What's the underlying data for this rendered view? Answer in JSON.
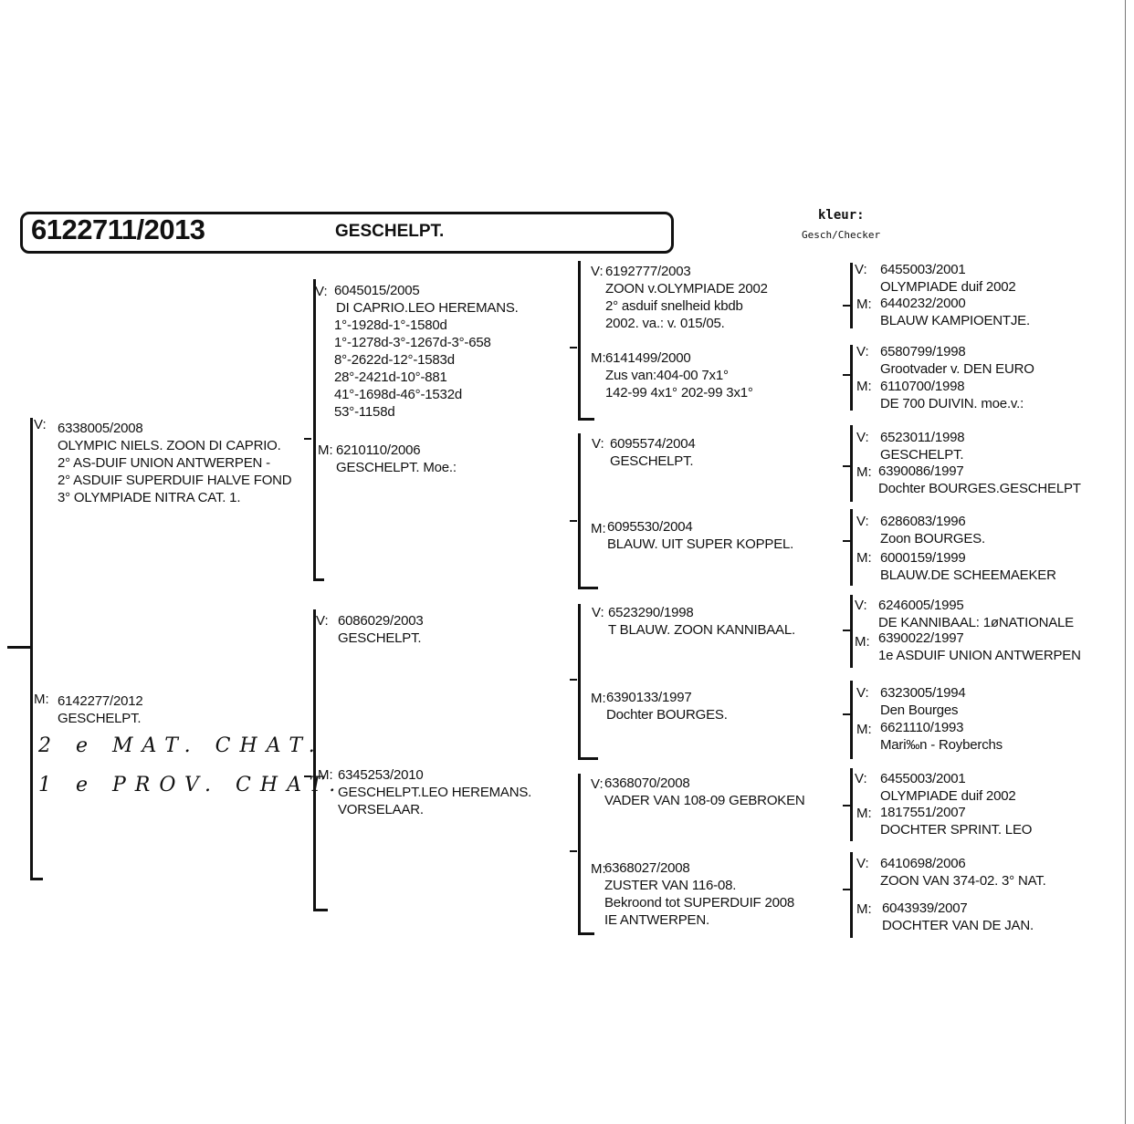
{
  "header": {
    "ring_number": "6122711/2013",
    "color": "GESCHELPT.",
    "kleur_label": "kleur:",
    "kleur_value": "Gesch/Checker"
  },
  "subject": {
    "father": {
      "label": "V:",
      "ring": "6338005/2008",
      "lines": [
        "OLYMPIC NIELS. ZOON DI CAPRIO.",
        "2° AS-DUIF UNION ANTWERPEN -",
        "2° ASDUIF SUPERDUIF HALVE FOND",
        "3° OLYMPIADE NITRA CAT. 1."
      ]
    },
    "mother": {
      "label": "M:",
      "ring": "6142277/2012",
      "lines": [
        "GESCHELPT."
      ],
      "handwritten": [
        "2 e MAT. CHAT.",
        "1 e PROV. CHAT."
      ]
    }
  },
  "gen2": {
    "ff": {
      "label": "V:",
      "ring": "6045015/2005",
      "lines": [
        "DI CAPRIO.LEO HEREMANS.",
        "1°-1928d-1°-1580d",
        "1°-1278d-3°-1267d-3°-658",
        "8°-2622d-12°-1583d",
        "28°-2421d-10°-881",
        "41°-1698d-46°-1532d",
        "53°-1158d"
      ]
    },
    "fm": {
      "label": "M:",
      "ring": "6210110/2006",
      "lines": [
        "GESCHELPT. Moe.:"
      ]
    },
    "mf": {
      "label": "V:",
      "ring": "6086029/2003",
      "lines": [
        "GESCHELPT."
      ]
    },
    "mm": {
      "label": "M:",
      "ring": "6345253/2010",
      "lines": [
        "GESCHELPT.LEO HEREMANS.",
        "VORSELAAR."
      ]
    }
  },
  "gen3": {
    "fff": {
      "label": "V:",
      "ring": "6192777/2003",
      "lines": [
        "ZOON v.OLYMPIADE 2002",
        "2° asduif snelheid kbdb",
        "2002. va.: v. 015/05."
      ]
    },
    "ffm": {
      "label": "M:",
      "ring": "6141499/2000",
      "lines": [
        "Zus van:404-00 7x1°",
        "142-99 4x1° 202-99 3x1°"
      ]
    },
    "fmf": {
      "label": "V:",
      "ring": "6095574/2004",
      "lines": [
        "GESCHELPT."
      ]
    },
    "fmm": {
      "label": "M:",
      "ring": "6095530/2004",
      "lines": [
        "BLAUW. UIT SUPER KOPPEL."
      ]
    },
    "mff": {
      "label": "V:",
      "ring": "6523290/1998",
      "lines": [
        "T BLAUW. ZOON KANNIBAAL."
      ]
    },
    "mfm": {
      "label": "M:",
      "ring": "6390133/1997",
      "lines": [
        "Dochter BOURGES."
      ]
    },
    "mmf": {
      "label": "V:",
      "ring": "6368070/2008",
      "lines": [
        "VADER VAN 108-09 GEBROKEN"
      ]
    },
    "mmm": {
      "label": "M:",
      "ring": "6368027/2008",
      "lines": [
        "ZUSTER VAN 116-08.",
        "Bekroond tot SUPERDUIF 2008",
        "IE ANTWERPEN."
      ]
    }
  },
  "gen4": [
    {
      "label": "V:",
      "ring": "6455003/2001",
      "lines": [
        "OLYMPIADE duif 2002"
      ]
    },
    {
      "label": "M:",
      "ring": "6440232/2000",
      "lines": [
        "BLAUW KAMPIOENTJE."
      ]
    },
    {
      "label": "V:",
      "ring": "6580799/1998",
      "lines": [
        "Grootvader v. DEN EURO"
      ]
    },
    {
      "label": "M:",
      "ring": "6110700/1998",
      "lines": [
        "DE 700 DUIVIN. moe.v.:"
      ]
    },
    {
      "label": "V:",
      "ring": "6523011/1998",
      "lines": [
        "GESCHELPT."
      ]
    },
    {
      "label": "M:",
      "ring": "6390086/1997",
      "lines": [
        "Dochter BOURGES.GESCHELPT"
      ]
    },
    {
      "label": "V:",
      "ring": "6286083/1996",
      "lines": [
        "Zoon BOURGES."
      ]
    },
    {
      "label": "M:",
      "ring": "6000159/1999",
      "lines": [
        "BLAUW.DE SCHEEMAEKER"
      ]
    },
    {
      "label": "V:",
      "ring": "6246005/1995",
      "lines": [
        "DE KANNIBAAL: 1øNATIONALE"
      ]
    },
    {
      "label": "M:",
      "ring": "6390022/1997",
      "lines": [
        "1e ASDUIF UNION ANTWERPEN"
      ]
    },
    {
      "label": "V:",
      "ring": "6323005/1994",
      "lines": [
        "Den Bourges"
      ]
    },
    {
      "label": "M:",
      "ring": "6621110/1993",
      "lines": [
        "Mari‰n - Royberchs"
      ]
    },
    {
      "label": "V:",
      "ring": "6455003/2001",
      "lines": [
        "OLYMPIADE duif 2002"
      ]
    },
    {
      "label": "M:",
      "ring": "1817551/2007",
      "lines": [
        "DOCHTER SPRINT. LEO"
      ]
    },
    {
      "label": "V:",
      "ring": "6410698/2006",
      "lines": [
        "ZOON VAN 374-02. 3° NAT."
      ]
    },
    {
      "label": "M:",
      "ring": "6043939/2007",
      "lines": [
        "DOCHTER VAN DE JAN."
      ]
    }
  ]
}
